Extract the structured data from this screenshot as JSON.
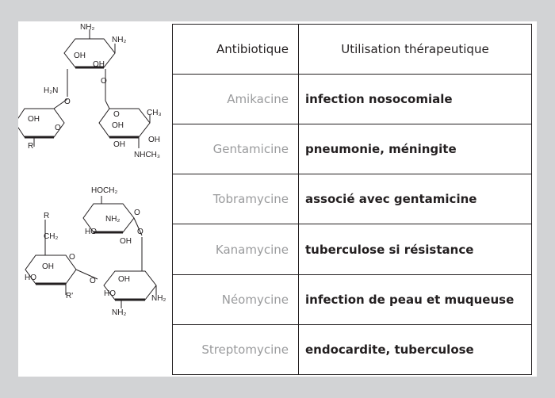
{
  "table": {
    "headers": {
      "antibiotic": "Antibiotique",
      "usage": "Utilisation thérapeutique"
    },
    "rows": [
      {
        "antibiotic": "Amikacine",
        "usage": "infection nosocomiale"
      },
      {
        "antibiotic": "Gentamicine",
        "usage": "pneumonie, méningite"
      },
      {
        "antibiotic": "Tobramycine",
        "usage": "associé avec gentamicine"
      },
      {
        "antibiotic": "Kanamycine",
        "usage": "tuberculose si résistance"
      },
      {
        "antibiotic": "Néomycine",
        "usage": "infection de peau et muqueuse"
      },
      {
        "antibiotic": "Streptomycine",
        "usage": "endocardite, tuberculose"
      }
    ]
  },
  "structures": {
    "top": {
      "labels": [
        "NH₂",
        "NH₂",
        "OH",
        "OH",
        "O",
        "H₂N",
        "O",
        "OH",
        "O",
        "R",
        "OH",
        "O",
        "CH₃",
        "OH",
        "OH",
        "NHCH₃"
      ]
    },
    "bottom": {
      "labels": [
        "HOCH₂",
        "O",
        "NH₂",
        "HO",
        "OH",
        "O",
        "R",
        "CH₂",
        "O",
        "OH",
        "HO",
        "R'",
        "O",
        "OH",
        "HO",
        "NH₂",
        "NH₂"
      ]
    }
  },
  "colors": {
    "background": "#d2d3d5",
    "panel": "#ffffff",
    "text": "#231f20",
    "name_text": "#9a9b9d"
  }
}
